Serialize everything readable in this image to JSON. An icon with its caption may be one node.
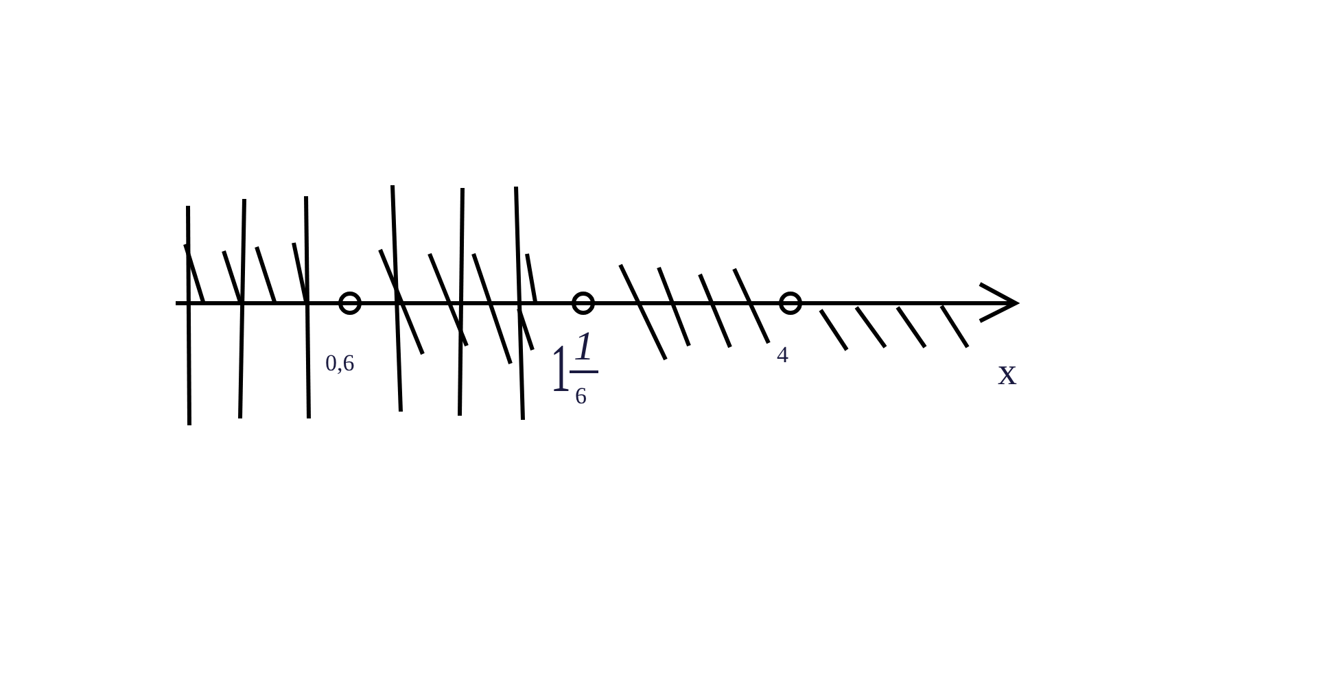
{
  "diagram": {
    "labels": [
      "0,6",
      "1",
      "1",
      "6",
      "4",
      "x"
    ]
  }
}
